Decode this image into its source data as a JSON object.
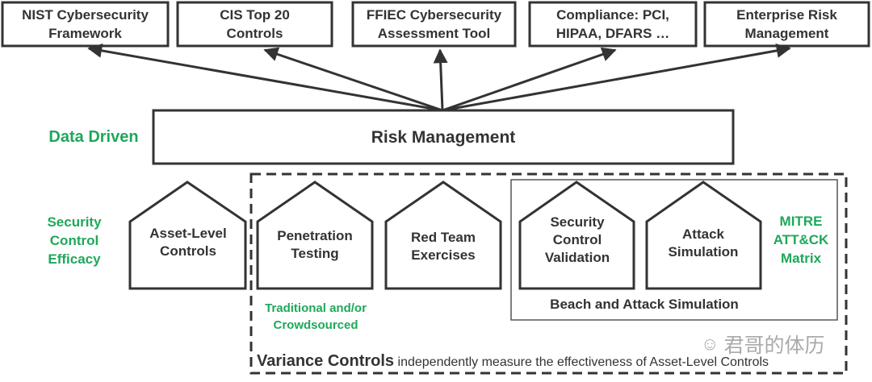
{
  "frameworks": [
    "NIST Cybersecurity Framework",
    "CIS Top 20 Controls",
    "FFIEC Cybersecurity Assessment Tool",
    "Compliance: PCI, HIPAA, DFARS …",
    "Enterprise Risk Management"
  ],
  "risk_management": "Risk Management",
  "data_driven": "Data Driven",
  "security_control_efficacy": "Security Control Efficacy",
  "houses": [
    "Asset-Level Controls",
    "Penetration Testing",
    "Red Team Exercises",
    "Security Control Validation",
    "Attack Simulation"
  ],
  "traditional": "Traditional and/or Crowdsourced",
  "mitre": "MITRE ATT&CK Matrix",
  "bas_label": "Beach and Attack Simulation",
  "variance_title": "Variance Controls",
  "variance_text": "independently measure the effectiveness of Asset-Level Controls",
  "watermark": "君哥的体历",
  "colors": {
    "green": "#1ea85a",
    "line": "#333333"
  }
}
